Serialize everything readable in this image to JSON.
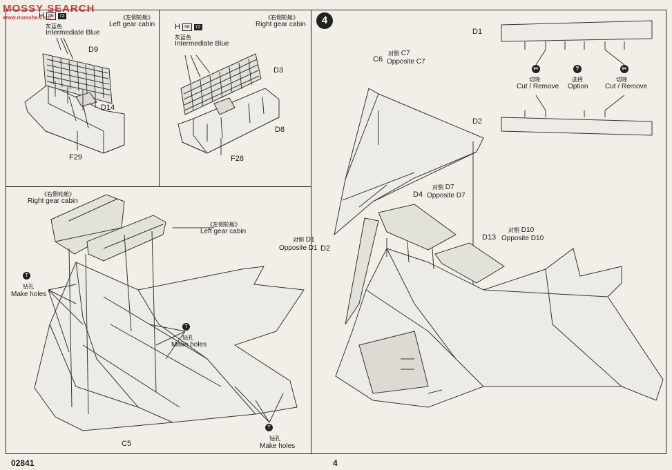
{
  "watermark": {
    "text": "MOSSY SEARCH",
    "sub": "www.mosshe.com"
  },
  "panels": {
    "f29": {
      "paint_code": "H",
      "paint_num1": "56",
      "paint_num2": "72",
      "color_zh": "灰蓝色",
      "color_en": "Intermediate Blue",
      "title_zh": "《左侧轮舱》",
      "title_en": "Left gear cabin",
      "parts": {
        "d9": "D9",
        "d14": "D14",
        "f29": "F29"
      }
    },
    "f28": {
      "paint_code": "H",
      "paint_num1": "56",
      "paint_num2": "72",
      "color_zh": "灰蓝色",
      "color_en": "Intermediate Blue",
      "title_zh": "《右侧轮舱》",
      "title_en": "Right gear cabin",
      "parts": {
        "d3": "D3",
        "d8": "D8",
        "f28": "F28"
      }
    },
    "bottom_left": {
      "right_cabin_zh": "《右侧轮舱》",
      "right_cabin_en": "Right gear cabin",
      "left_cabin_zh": "《左侧轮舱》",
      "left_cabin_en": "Left gear cabin",
      "hole_icon": "T",
      "holes_zh": "钻孔",
      "holes_en": "Make holes",
      "part_c5": "C5"
    },
    "step4": {
      "step_number": "4",
      "c6": "C6",
      "c7_zh": "对侧",
      "c7_en": "Opposite C7",
      "c7": "C7",
      "d1": "D1",
      "d1_zh": "对侧",
      "d1_label": "D1",
      "d1_opposite": "Opposite D1",
      "d2": "D2",
      "d2_top": "D2",
      "d4": "D4",
      "d7_zh": "对侧",
      "d7": "D7",
      "d7_opposite": "Opposite D7",
      "d13": "D13",
      "d10_zh": "对侧",
      "d10": "D10",
      "d10_opposite": "Opposite D10",
      "cut_zh": "切除",
      "cut_en": "Cut / Remove",
      "option_icon": "?",
      "option_zh": "选择",
      "option_en": "Option"
    }
  },
  "footer": {
    "code": "02841",
    "page": "4"
  }
}
